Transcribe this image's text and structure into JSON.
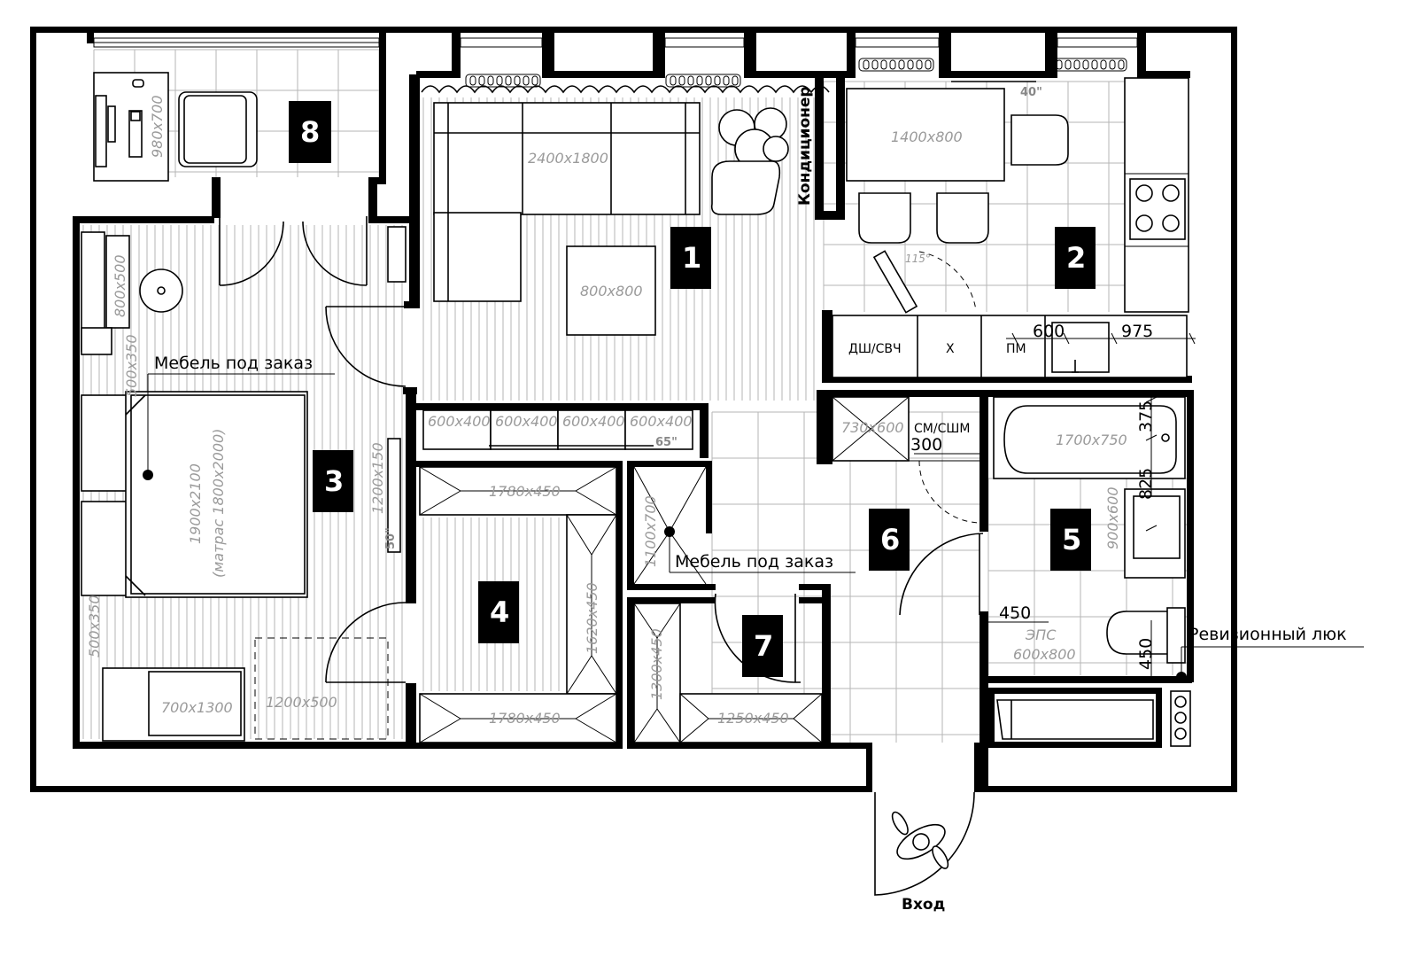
{
  "rooms": [
    {
      "num": "1"
    },
    {
      "num": "2"
    },
    {
      "num": "3"
    },
    {
      "num": "4"
    },
    {
      "num": "5"
    },
    {
      "num": "6"
    },
    {
      "num": "7"
    },
    {
      "num": "8"
    }
  ],
  "labels": {
    "ac": "Кондиционер",
    "custom_furniture": "Мебель под заказ",
    "entrance": "Вход",
    "revision_hatch": "Ревизионный люк",
    "dw_mw": "ДШ/СВЧ",
    "fridge": "Х",
    "pm": "ПМ",
    "wm_dryer": "СМ/СШМ",
    "eps": "ЭПС"
  },
  "dims": {
    "sofa": "2400x1800",
    "rug_living": "800x800",
    "table": "1400x800",
    "desk": "980x700",
    "ac_unit": "800x500",
    "nightstand": "500x350",
    "bed": "1900x2100",
    "mattress": "(матрас 1800x2000)",
    "crib": "700x1300",
    "shelf": "1200x500",
    "tv_console": "1200x150",
    "tv_unit": "600x400",
    "wardrobe": "1780x450",
    "wardrobe_side": "1620x450",
    "hall_cabinet": "1100x700",
    "closet_side": "1300x450",
    "closet": "1250x450",
    "utility": "730x600",
    "bathtub": "1700x750",
    "vanity": "900x600",
    "shaft": "600x800",
    "angle": "115°"
  },
  "tv_sizes": {
    "kitchen": "40\"",
    "living": "65\"",
    "bedroom": "50\""
  },
  "measures": {
    "a": "600",
    "b": "975",
    "c": "300",
    "d": "375",
    "e": "825",
    "f": "450",
    "g": "450"
  }
}
